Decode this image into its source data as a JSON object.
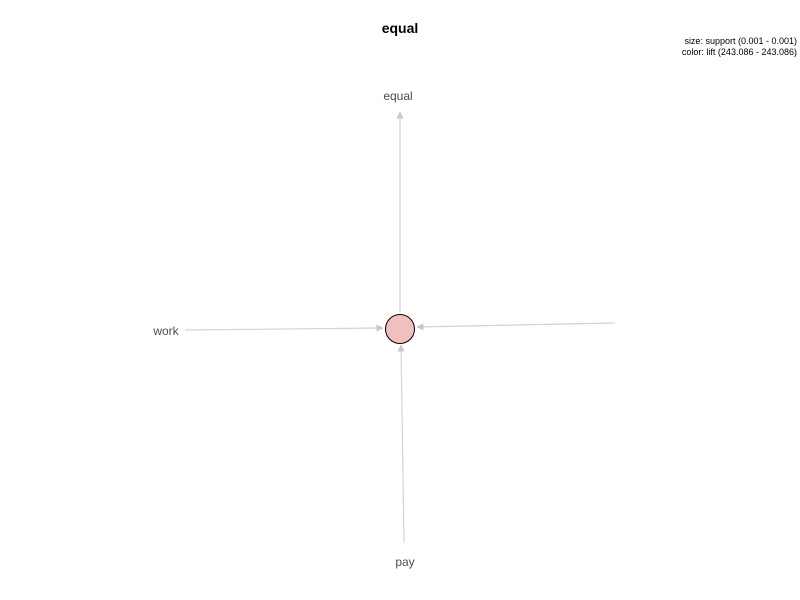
{
  "title": "equal",
  "legend": {
    "size_label": "size: support (0.001 - 0.001)",
    "color_label": "color: lift (243.086 - 243.086)"
  },
  "nodes": {
    "equal": "equal",
    "work": "work",
    "pay": "pay"
  },
  "colors": {
    "edge": "#d3d3d3",
    "rule_fill": "#f2bfbf",
    "rule_stroke": "#000000",
    "label": "#4d4d4d"
  }
}
